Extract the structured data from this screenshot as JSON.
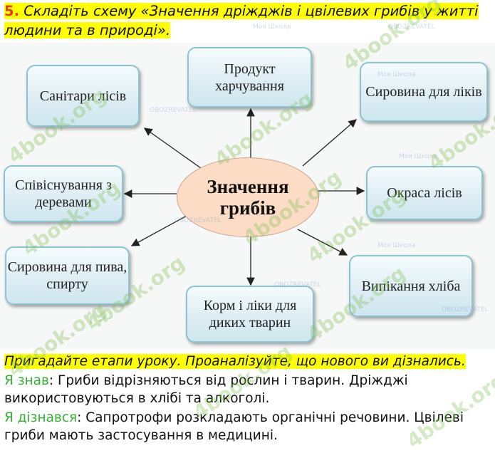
{
  "task": {
    "number": "5.",
    "text": "Складіть схему «Значення дріжджів і цвілевих грибів у житті людини та в природі»."
  },
  "diagram": {
    "center": "Значення грибів",
    "boxes": {
      "sanitary": "Санітари лісів",
      "food": "Продукт харчування",
      "medicine": "Сировина для ліків",
      "coexist": "Співіснування з деревами",
      "decoration": "Окраса лісів",
      "beer": "Сировина для пива, спирту",
      "feed": "Корм і ліки для диких тварин",
      "baking": "Випікання хліба"
    }
  },
  "footer": {
    "prompt": "Пригадайте етапи уроку. Проаналізуйте, що нового ви дізнались.",
    "knew_label": "Я знав",
    "knew_text": ": Гриби відрізняються від рослин і тварин. Дріжджі використовуються в хлібі та алкоголі.",
    "learned_label": "Я дізнався",
    "learned_text": ": Сапротрофи розкладають органічні речовини. Цвілеві гриби мають застосування в медицині."
  },
  "watermarks": {
    "site": "4book.org",
    "school": "Моя Школа",
    "news": "OBOZREVATEL"
  }
}
